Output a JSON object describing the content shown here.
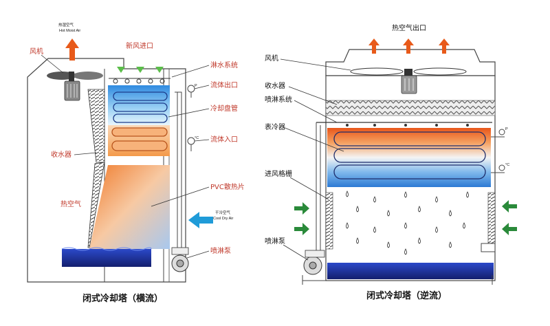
{
  "left_diagram": {
    "caption": "闭式冷却塔（横流）",
    "labels": {
      "fan": "风机",
      "hot_air_cn": "热湿空气",
      "hot_air_en": "Hot Moist Air",
      "fresh_air_inlet": "新风进口",
      "spray_system": "淋水系统",
      "fluid_outlet": "流体出口",
      "cooling_coil": "冷却盘管",
      "drift_eliminator": "收水器",
      "fluid_inlet": "流体入口",
      "hot_air": "热空气",
      "pvc_fill": "PVC散热片",
      "dry_air_cn": "干冷空气",
      "dry_air_en": "Cool Dry Air",
      "spray_pump": "喷淋泵",
      "gauge_p": "P",
      "gauge_t": "°C"
    }
  },
  "right_diagram": {
    "caption": "闭式冷却塔（逆流）",
    "labels": {
      "hot_air_outlet": "热空气出口",
      "fan": "风机",
      "drift_eliminator": "收水器",
      "spray_system": "喷淋系统",
      "surface_cooler": "表冷器",
      "inlet_louver": "进风格栅",
      "spray_pump": "喷淋泵",
      "gauge_p": "P",
      "gauge_t": "°C"
    }
  },
  "colors": {
    "hot": "#e8622a",
    "cold": "#3a8fd8",
    "water": "#1f2f9a",
    "red_arrow": "#e85a1a",
    "green_arrow": "#2a8a3a",
    "label_red": "#c0392b"
  }
}
